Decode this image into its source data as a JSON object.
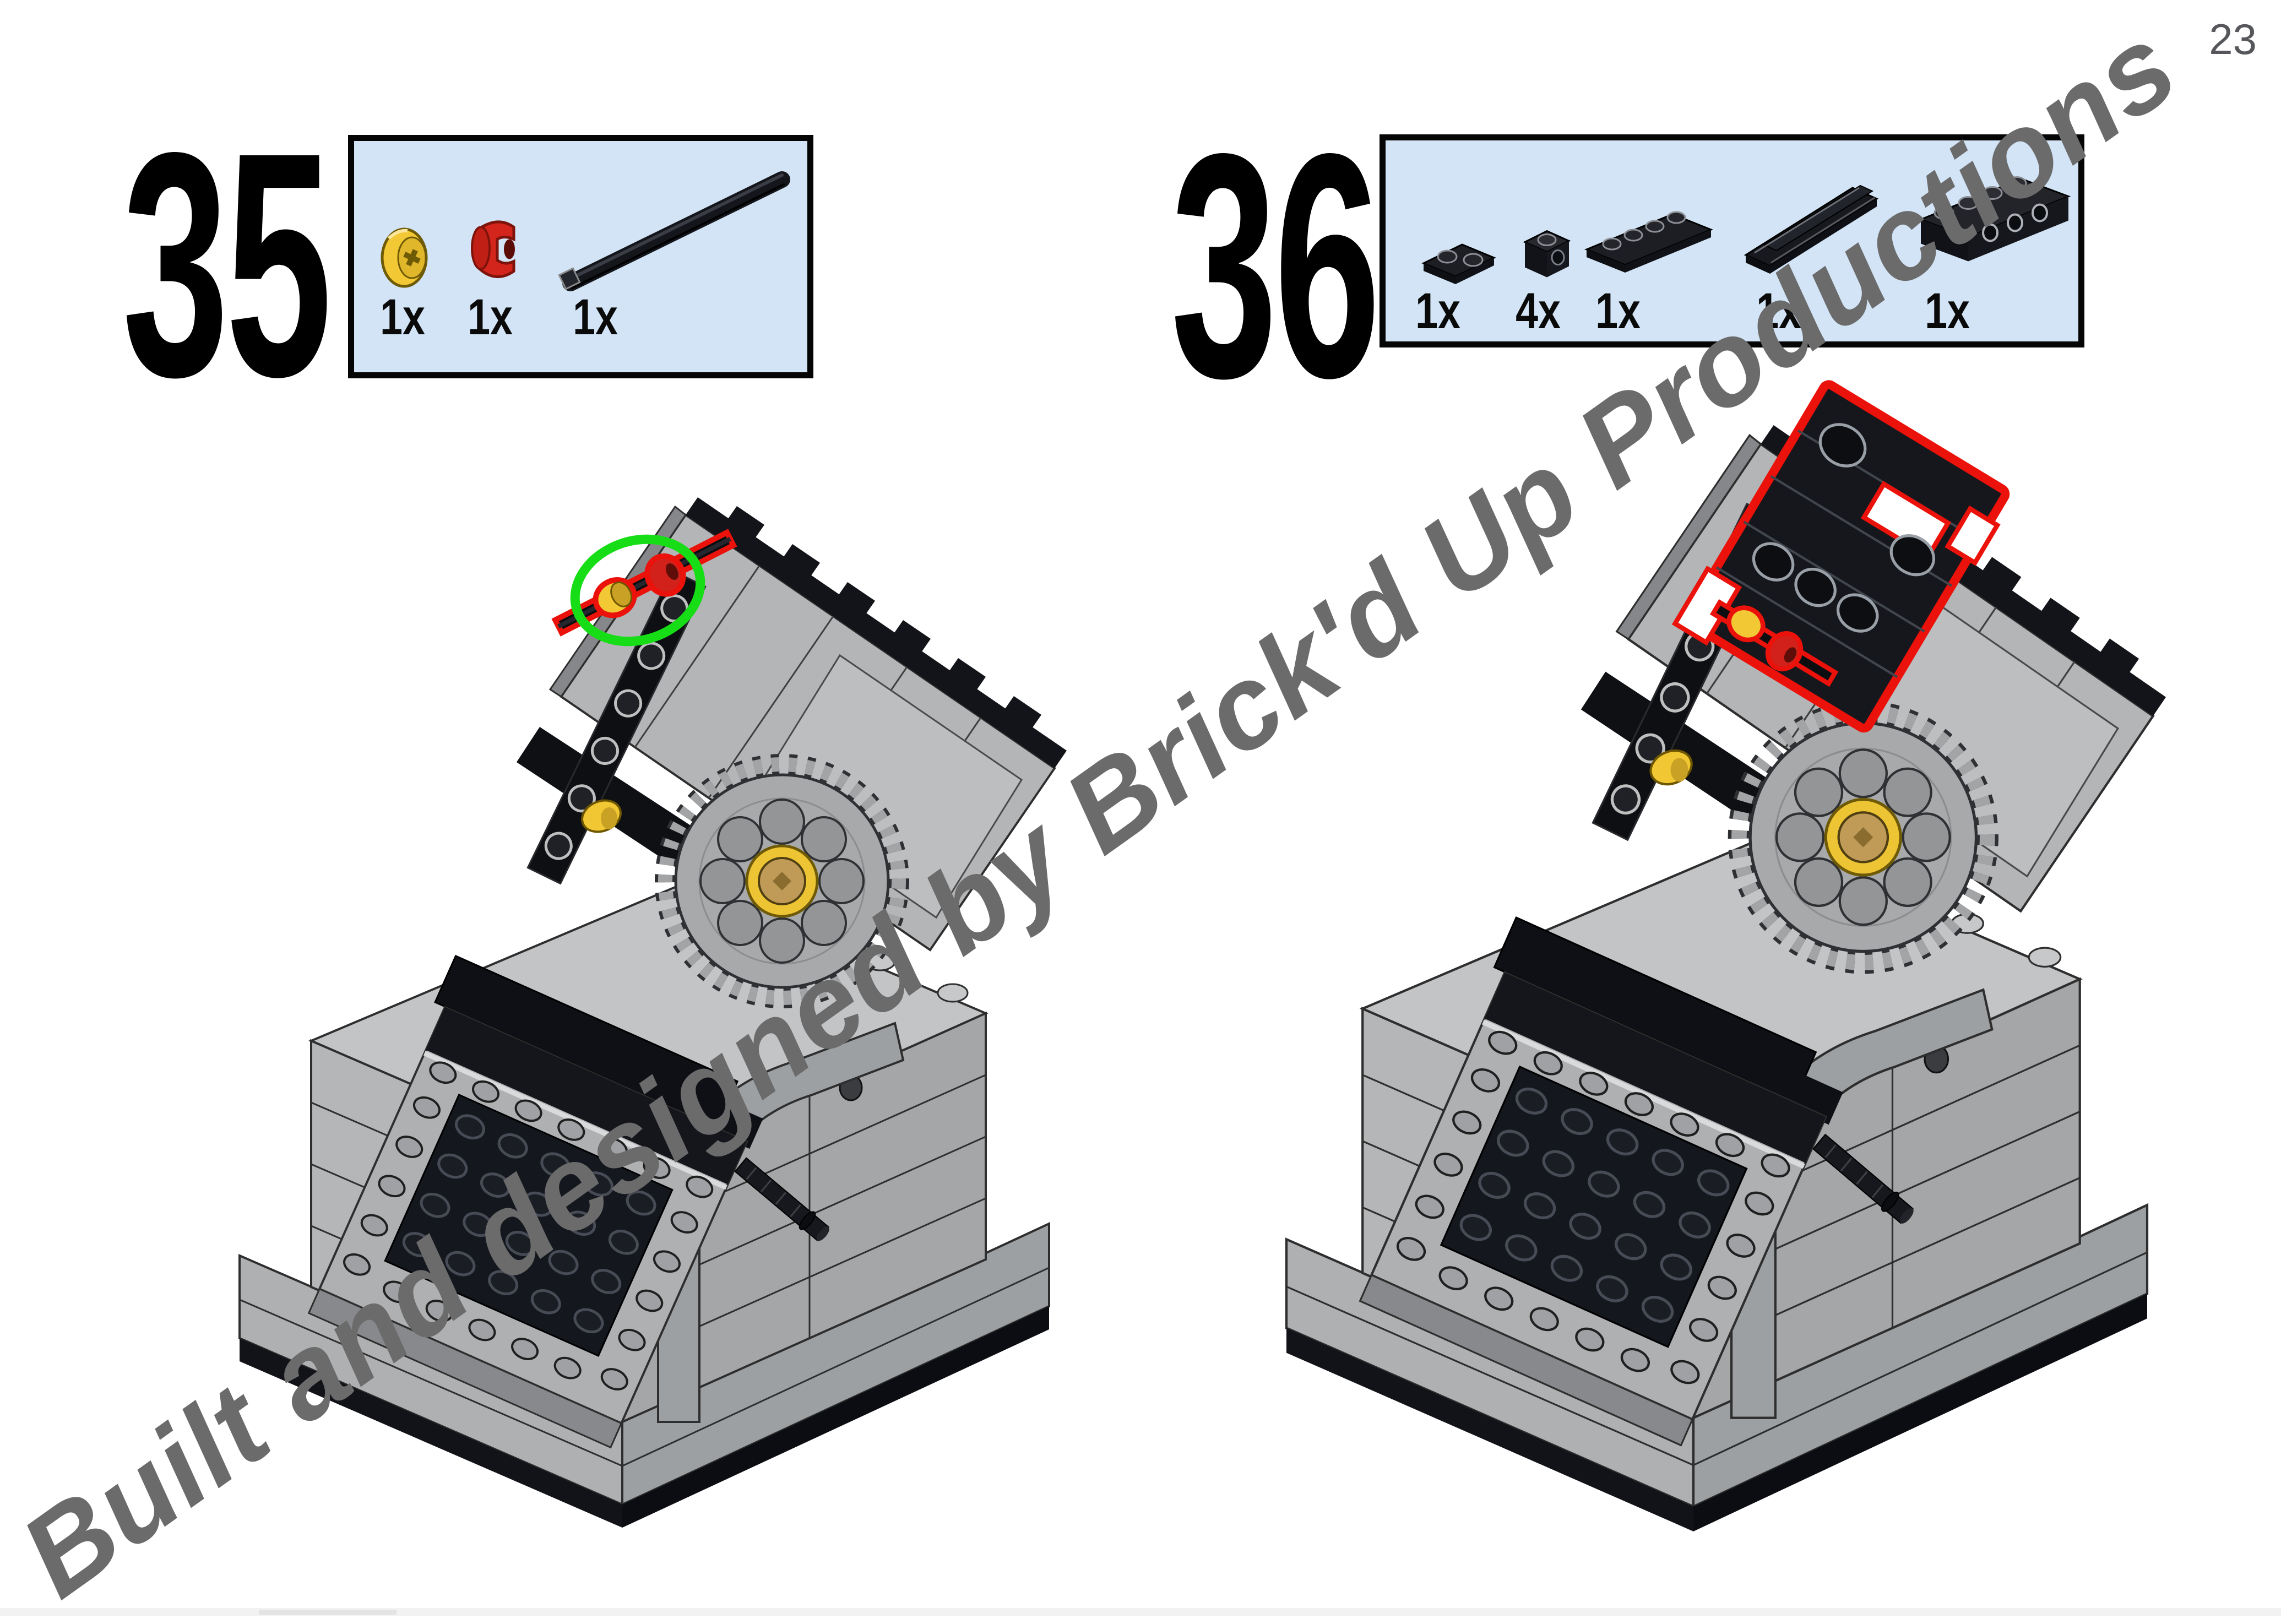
{
  "page": {
    "number": "23"
  },
  "watermark": {
    "text": "Built and designed by Brick'd Up Productions",
    "color": "#6b6b6b"
  },
  "steps": [
    {
      "number": "35",
      "parts": [
        {
          "qty": "1x",
          "name": "yellow half bush"
        },
        {
          "qty": "1x",
          "name": "red axle bush"
        },
        {
          "qty": "1x",
          "name": "black axle"
        }
      ]
    },
    {
      "number": "36",
      "parts": [
        {
          "qty": "1x",
          "name": "black plate 1x2"
        },
        {
          "qty": "4x",
          "name": "black brick 1x1"
        },
        {
          "qty": "1x",
          "name": "black plate 1x4"
        },
        {
          "qty": "1x",
          "name": "black slide rail"
        },
        {
          "qty": "1x",
          "name": "black technic brick 1x4"
        }
      ]
    }
  ],
  "colors": {
    "parts_box_bg": "#d2e4f5",
    "parts_box_border": "#050505",
    "highlight_red": "#ea120a",
    "highlight_green": "#17dd17",
    "part_yellow": "#f2c835",
    "part_red": "#d2211a",
    "part_black": "#15171c",
    "model_gray_light": "#b4b6b8",
    "model_gray_mid": "#a4a6a8",
    "model_gray_dark": "#9da0a2",
    "page_number_gray": "#56575a",
    "watermark_gray": "#6b6b6b"
  }
}
